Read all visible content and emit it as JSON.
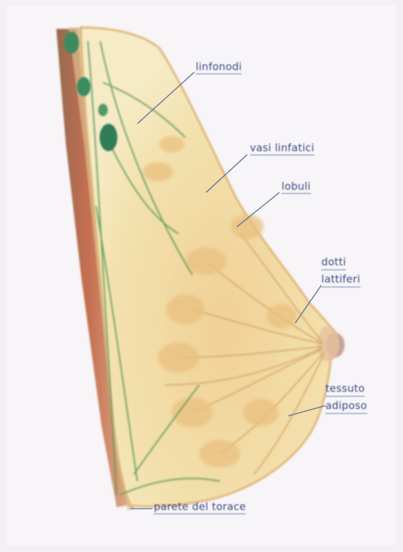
{
  "labels": {
    "linfonodi": "linfonodi",
    "vasi_linfatici": "vasi linfatici",
    "lobuli": "lobuli",
    "dotti_line1": "dotti",
    "dotti_line2": "lattiferi",
    "tessuto_line1": "tessuto",
    "tessuto_line2": "adiposo",
    "parete": "parete del torace"
  },
  "colors": {
    "background": "#f3f0f4",
    "tissue": "#f1dca3",
    "tissue_edge": "#e2b878",
    "muscle": "#b9573c",
    "node": "#2f7d56",
    "label_text": "#3d4a86",
    "leader_line": "#5b6b96"
  }
}
